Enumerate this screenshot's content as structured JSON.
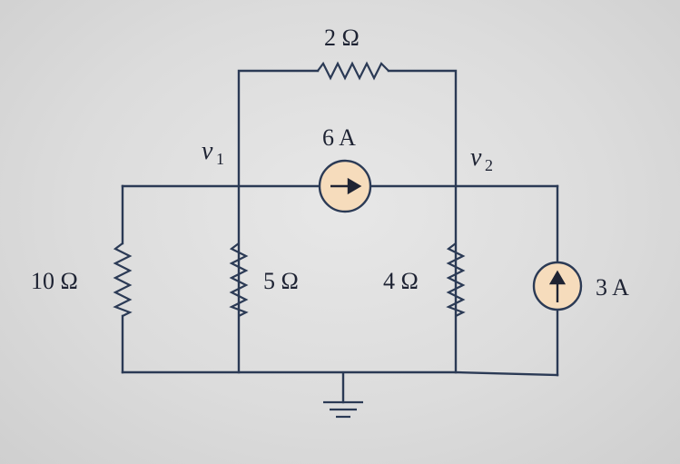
{
  "diagram": {
    "components": {
      "r_top": {
        "label": "2 Ω"
      },
      "source_middle": {
        "label": "6 A"
      },
      "r_left": {
        "label": "10 Ω"
      },
      "r_mid_left": {
        "label": "5 Ω"
      },
      "r_mid_right": {
        "label": "4 Ω"
      },
      "source_right": {
        "label": "3 A"
      }
    },
    "nodes": {
      "v1": {
        "symbol": "v",
        "subscript": "1"
      },
      "v2": {
        "symbol": "v",
        "subscript": "2"
      }
    }
  },
  "colors": {
    "wire": "#2b3a55",
    "source_fill": "#f6dcbc",
    "text": "#1e2333",
    "background": "#dcdcdc"
  }
}
